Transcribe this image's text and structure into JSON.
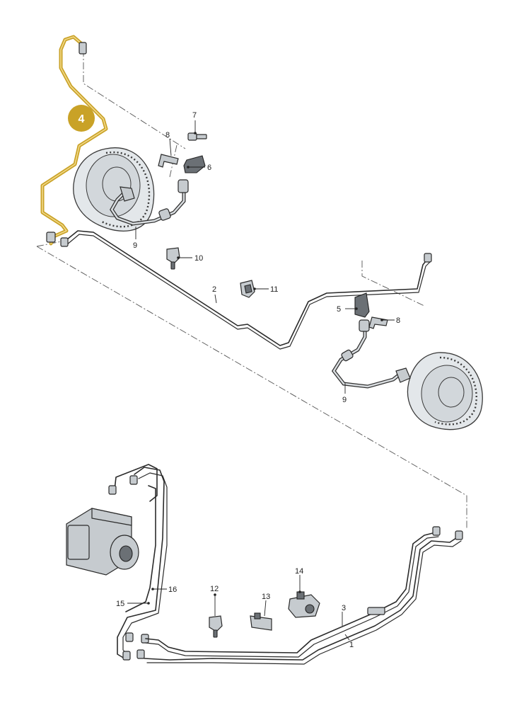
{
  "badge": {
    "label": "4",
    "color": "#c9a227"
  },
  "callouts": [
    {
      "id": "c1",
      "text": "1"
    },
    {
      "id": "c2",
      "text": "2"
    },
    {
      "id": "c3",
      "text": "3"
    },
    {
      "id": "c5",
      "text": "5"
    },
    {
      "id": "c6",
      "text": "6"
    },
    {
      "id": "c7",
      "text": "7"
    },
    {
      "id": "c8a",
      "text": "8"
    },
    {
      "id": "c8b",
      "text": "8"
    },
    {
      "id": "c9a",
      "text": "9"
    },
    {
      "id": "c9b",
      "text": "9"
    },
    {
      "id": "c10",
      "text": "10"
    },
    {
      "id": "c11",
      "text": "11"
    },
    {
      "id": "c12",
      "text": "12"
    },
    {
      "id": "c13",
      "text": "13"
    },
    {
      "id": "c14",
      "text": "14"
    },
    {
      "id": "c15",
      "text": "15"
    },
    {
      "id": "c16",
      "text": "16"
    }
  ],
  "colors": {
    "highlight_pipe": "#c9a227",
    "line": "#2b2b2b",
    "part_fill": "#c6cbcf"
  }
}
